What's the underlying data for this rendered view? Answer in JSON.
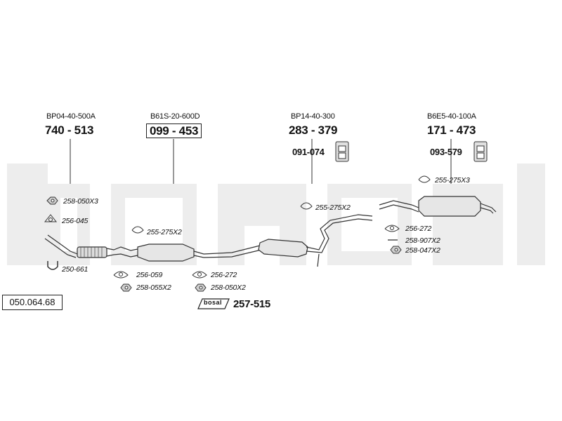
{
  "catalog_number": "050.064.68",
  "watermark": "bosal",
  "sections": [
    {
      "oem": "BP04-40-500A",
      "part": "740 - 513"
    },
    {
      "oem": "B61S-20-600D",
      "part": "099 - 453"
    },
    {
      "oem": "BP14-40-300",
      "part": "283 - 379",
      "mount": "091-074"
    },
    {
      "oem": "B6E5-40-100A",
      "part": "171 - 473",
      "mount": "093-579"
    }
  ],
  "parts": {
    "p1": "258-050X3",
    "p2": "256-045",
    "p3": "250-661",
    "p4": "255-275X2",
    "p5": "256-059",
    "p6": "258-055X2",
    "p7": "256-272",
    "p8": "258-050X2",
    "p9": "255-275X2",
    "p10": "255-275X3",
    "p11": "256-272",
    "p12": "258-907X2",
    "p13": "258-047X2"
  },
  "kit": {
    "logo": "bosal",
    "part": "257-515"
  }
}
